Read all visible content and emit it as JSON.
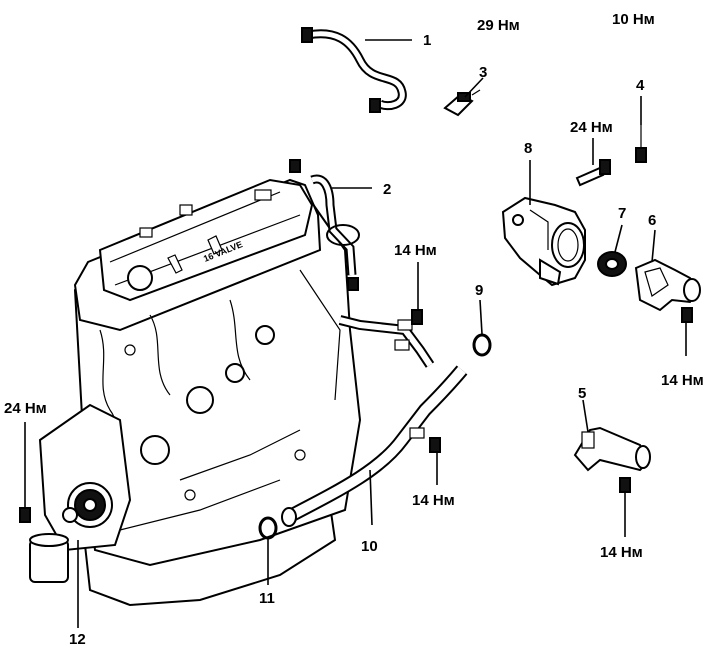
{
  "callouts": [
    {
      "num": "1"
    },
    {
      "num": "2"
    },
    {
      "num": "3"
    },
    {
      "num": "4"
    },
    {
      "num": "5"
    },
    {
      "num": "6"
    },
    {
      "num": "7"
    },
    {
      "num": "8"
    },
    {
      "num": "9"
    },
    {
      "num": "10"
    },
    {
      "num": "11"
    },
    {
      "num": "12"
    }
  ],
  "torques": {
    "t29_part3": "29 Нм",
    "t10_part4": "10 Нм",
    "t24_part8": "24 Нм",
    "t14_pipe": "14 Нм",
    "t14_part6": "14 Нм",
    "t14_pipe_lower": "14 Нм",
    "t24_pump": "24 Нм",
    "t14_part5": "14 Нм"
  },
  "engine_cover_text": "16 VALVE",
  "colors": {
    "line": "#000000",
    "background": "#ffffff"
  }
}
